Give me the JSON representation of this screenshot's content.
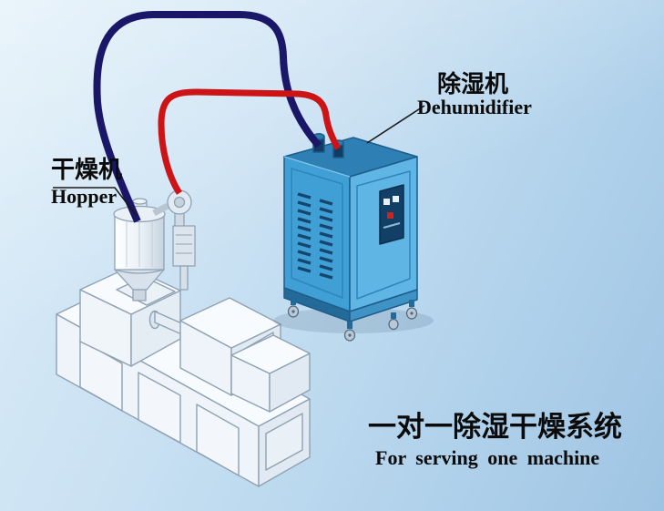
{
  "labels": {
    "hopper": {
      "zh": "干燥机",
      "en": "Hopper"
    },
    "dehumidifier": {
      "zh": "除湿机",
      "en": "Dehumidifier"
    }
  },
  "caption": {
    "zh": "一对一除湿干燥系统",
    "en": "For serving one machine"
  },
  "colors": {
    "pipe_navy": "#1a1668",
    "pipe_red": "#cc1417",
    "cabinet_top": "#2e7fb3",
    "cabinet_left": "#409fd4",
    "cabinet_right": "#5fb6e4",
    "vent_slot": "#15466f",
    "machine_line": "#8fa2b3",
    "machine_fill": "#f8fbfd",
    "label_text": "#0b0b0b",
    "background_from": "#dcedf8",
    "background_to": "#9ec4e3"
  }
}
